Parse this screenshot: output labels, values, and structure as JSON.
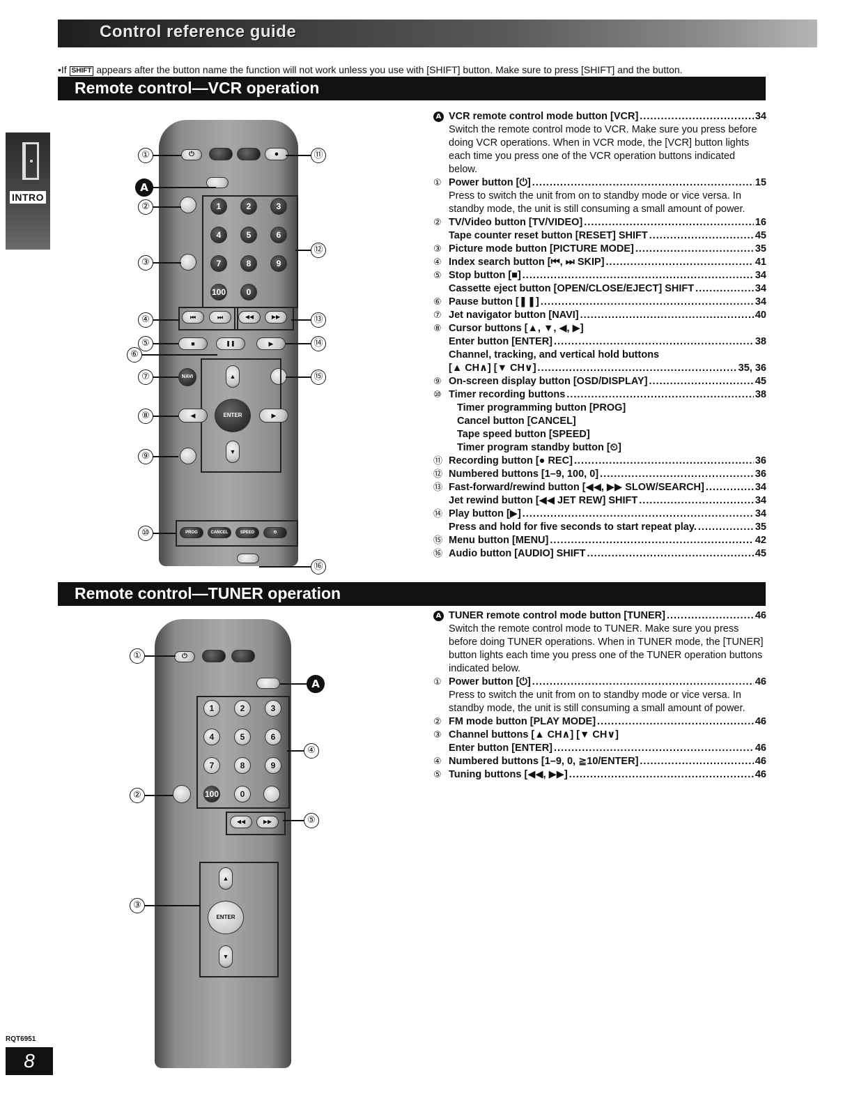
{
  "banner": {
    "title": "Control reference guide"
  },
  "note": {
    "prefix": "If",
    "shift_key": "SHIFT",
    "text": "appears after the button name the function will not work unless you use with [SHIFT] button. Make sure to press [SHIFT] and the button."
  },
  "side_tab": {
    "label": "INTRO",
    "icon": "door-icon"
  },
  "vcr": {
    "heading": "Remote control—VCR operation",
    "remote_buttons": {
      "enter": "ENTER",
      "navi": "NAVI",
      "numbers": [
        "1",
        "2",
        "3",
        "4",
        "5",
        "6",
        "7",
        "8",
        "9",
        "100",
        "0"
      ]
    },
    "callouts": [
      "①",
      "②",
      "③",
      "④",
      "⑤",
      "⑥",
      "⑦",
      "⑧",
      "⑨",
      "⑩",
      "⑪",
      "⑫",
      "⑬",
      "⑭",
      "⑮",
      "⑯",
      "A"
    ],
    "items": [
      {
        "mark": "A",
        "label": "VCR remote control mode button [VCR]",
        "page": "34"
      },
      {
        "desc": "Switch the remote control mode to VCR. Make sure you press before doing VCR operations. When in VCR mode, the [VCR] button lights each time you press one of the VCR operation buttons indicated below."
      },
      {
        "mark": "①",
        "label": "Power button [⏻]",
        "page": "15"
      },
      {
        "desc": "Press to switch the unit from on to standby mode or vice versa. In standby mode, the unit is still consuming a small amount of power."
      },
      {
        "mark": "②",
        "label": "TV/Video button [TV/VIDEO]",
        "page": "16"
      },
      {
        "label": "Tape counter reset button [RESET] SHIFT",
        "page": "45"
      },
      {
        "mark": "③",
        "label": "Picture mode button [PICTURE MODE]",
        "page": "35"
      },
      {
        "mark": "④",
        "label": "Index search button [⏮, ⏭ SKIP]",
        "page": "41"
      },
      {
        "mark": "⑤",
        "label": "Stop button [■]",
        "page": "34"
      },
      {
        "label": "Cassette eject button [OPEN/CLOSE/EJECT] SHIFT",
        "page": "34"
      },
      {
        "mark": "⑥",
        "label": "Pause button [❚❚]",
        "page": "34"
      },
      {
        "mark": "⑦",
        "label": "Jet navigator button [NAVI]",
        "page": "40"
      },
      {
        "mark": "⑧",
        "label": "Cursor buttons [▲, ▼, ◀, ▶]",
        "page": ""
      },
      {
        "label": "Enter button [ENTER]",
        "page": "38"
      },
      {
        "label": "Channel, tracking, and vertical hold buttons",
        "page": ""
      },
      {
        "label": "[▲ CH∧] [▼ CH∨]",
        "page": "35, 36"
      },
      {
        "mark": "⑨",
        "label": "On-screen display button [OSD/DISPLAY]",
        "page": "45"
      },
      {
        "mark": "⑩",
        "label": "Timer recording buttons",
        "page": "38"
      },
      {
        "sub": "Timer programming button [PROG]"
      },
      {
        "sub": "Cancel button [CANCEL]"
      },
      {
        "sub": "Tape speed button [SPEED]"
      },
      {
        "sub": "Timer program standby button [⏲]"
      },
      {
        "mark": "⑪",
        "label": "Recording button [● REC]",
        "page": "36"
      },
      {
        "mark": "⑫",
        "label": "Numbered buttons [1–9, 100, 0]",
        "page": "36"
      },
      {
        "mark": "⑬",
        "label": "Fast-forward/rewind button [◀◀, ▶▶ SLOW/SEARCH]",
        "page": "34"
      },
      {
        "label": "Jet rewind button [◀◀ JET REW] SHIFT",
        "page": "34"
      },
      {
        "mark": "⑭",
        "label": "Play button [▶]",
        "page": "34"
      },
      {
        "label": "Press and hold for five seconds to start repeat play.",
        "page": "35"
      },
      {
        "mark": "⑮",
        "label": "Menu button [MENU]",
        "page": "42"
      },
      {
        "mark": "⑯",
        "label": "Audio button [AUDIO] SHIFT",
        "page": "45"
      }
    ]
  },
  "tuner": {
    "heading": "Remote control—TUNER operation",
    "remote_buttons": {
      "enter": "ENTER",
      "numbers": [
        "1",
        "2",
        "3",
        "4",
        "5",
        "6",
        "7",
        "8",
        "9",
        "100",
        "0"
      ]
    },
    "callouts": [
      "①",
      "②",
      "③",
      "④",
      "⑤",
      "A"
    ],
    "items": [
      {
        "mark": "A",
        "label": "TUNER remote control mode button [TUNER]",
        "page": "46"
      },
      {
        "desc": "Switch the remote control mode to TUNER. Make sure you press before doing TUNER operations. When in TUNER mode, the [TUNER] button lights each time you press one of the TUNER operation buttons indicated below."
      },
      {
        "mark": "①",
        "label": "Power button [⏻]",
        "page": "46"
      },
      {
        "desc": "Press to switch the unit from on to standby mode or vice versa. In standby mode, the unit is still consuming a small amount of power."
      },
      {
        "mark": "②",
        "label": "FM mode button [PLAY MODE]",
        "page": "46"
      },
      {
        "mark": "③",
        "label": "Channel buttons [▲ CH∧] [▼ CH∨]",
        "page": ""
      },
      {
        "label": "Enter button [ENTER]",
        "page": "46"
      },
      {
        "mark": "④",
        "label": "Numbered buttons [1–9, 0, ≧10/ENTER]",
        "page": "46"
      },
      {
        "mark": "⑤",
        "label": "Tuning buttons [◀◀, ▶▶]",
        "page": "46"
      }
    ]
  },
  "footer": {
    "model": "RQT6951",
    "page_number": "8"
  }
}
